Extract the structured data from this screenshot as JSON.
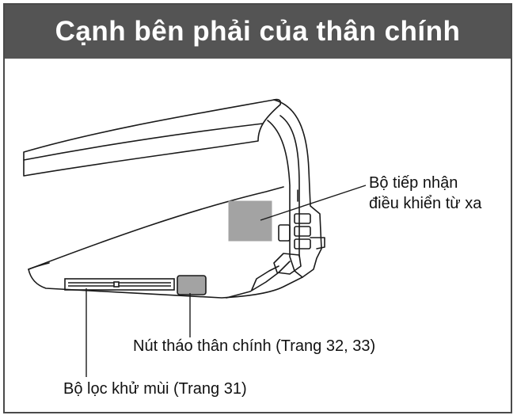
{
  "page": {
    "title": "Cạnh bên phải của thân chính"
  },
  "callouts": {
    "remote_receiver_line1": "Bộ tiếp nhận",
    "remote_receiver_line2": "điều khiển từ xa",
    "release_button": "Nút tháo thân chính (Trang 32, 33)",
    "deodorizing_filter": "Bộ lọc khử mùi (Trang 31)"
  },
  "colors": {
    "header_bg": "#545454",
    "receiver_fill": "#a3a3a3",
    "outline": "#1a1a1a"
  }
}
